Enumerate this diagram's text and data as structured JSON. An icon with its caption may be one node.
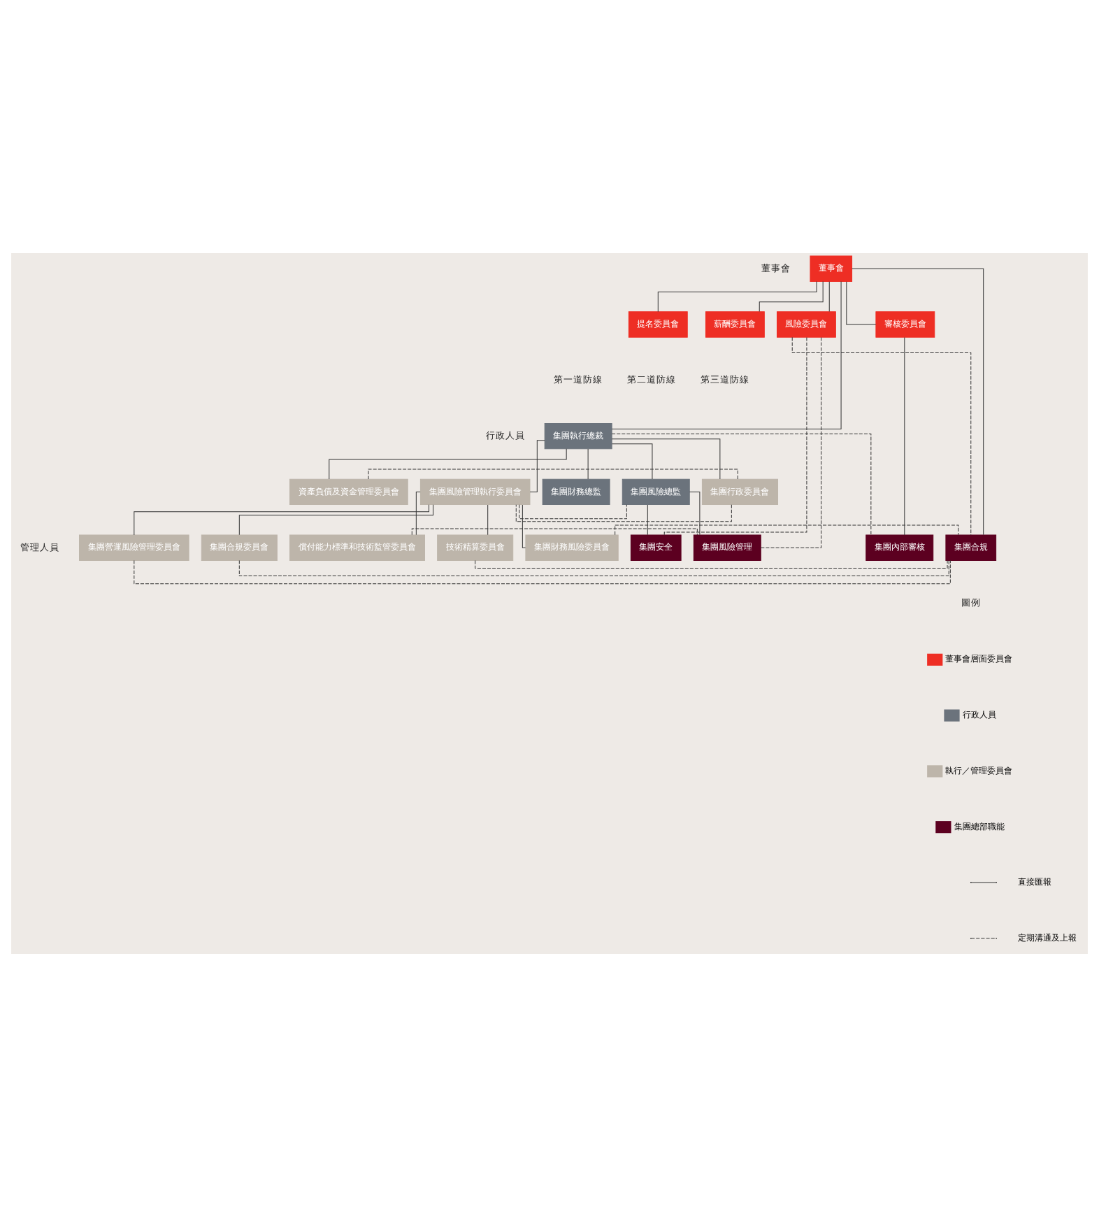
{
  "diagram": {
    "nodes": [
      {
        "text": [
          "董事會"
        ]
      },
      {
        "text": [
          "提名委員會"
        ]
      },
      {
        "text": [
          "薪酬委員會"
        ]
      },
      {
        "text": [
          "風險委員會"
        ]
      },
      {
        "text": [
          "審核委員會"
        ]
      },
      {
        "text": [
          "集團執行總裁"
        ]
      },
      {
        "text": [
          "集團行政委員會"
        ]
      },
      {
        "text": [
          "資產負債及資金管理委員會"
        ]
      },
      {
        "text": [
          "集團風險管理執行委員會"
        ]
      },
      {
        "text": [
          "集團財務總監"
        ]
      },
      {
        "text": [
          "集團風險總監"
        ]
      },
      {
        "text": [
          "技術精算委員會"
        ]
      },
      {
        "text": [
          "集團財務風險委員會"
        ]
      },
      {
        "text": [
          "集團營運風險管理委員會"
        ]
      },
      {
        "text": [
          "集團合規委員會"
        ]
      },
      {
        "text": [
          "償付能力標準和技術監管委員會"
        ]
      },
      {
        "text": [
          "集團合規"
        ]
      },
      {
        "text": [
          "集團安全"
        ]
      },
      {
        "text": [
          "集團風險管理"
        ]
      },
      {
        "text": [
          "集團內部審核"
        ]
      }
    ],
    "edges": [
      {
        "from": 0,
        "to": 1,
        "arrow": "none"
      },
      {
        "from": 0,
        "to": 2,
        "arrow": "none"
      },
      {
        "from": 0,
        "to": 3,
        "arrow": "none"
      },
      {
        "from": 0,
        "to": 4,
        "arrow": "none"
      },
      {
        "from": 0,
        "to": 5,
        "arrow": "none"
      },
      {
        "from": 0,
        "to": 16,
        "arrow": "none"
      },
      {
        "from": 4,
        "to": 19,
        "arrow": "none"
      },
      {
        "from": 5,
        "to": 6,
        "arrow": "none"
      },
      {
        "from": 5,
        "to": 7,
        "arrow": "none"
      },
      {
        "from": 5,
        "to": 9,
        "arrow": "none"
      },
      {
        "from": 5,
        "to": 8,
        "arrow": "none"
      },
      {
        "from": 5,
        "to": 10,
        "arrow": "none"
      },
      {
        "from": 8,
        "to": 11,
        "arrow": "none"
      },
      {
        "from": 8,
        "to": 12,
        "arrow": "none"
      },
      {
        "from": 8,
        "to": 13,
        "arrow": "none"
      },
      {
        "from": 8,
        "to": 14,
        "arrow": "none"
      },
      {
        "from": 8,
        "to": 15,
        "arrow": "none"
      },
      {
        "from": 10,
        "to": 18,
        "arrow": "none"
      },
      {
        "from": 10,
        "to": 17,
        "arrow": "none"
      },
      {
        "from": 6,
        "to": 7,
        "arrow": "none",
        "style": "dashed"
      },
      {
        "from": 6,
        "to": 8,
        "arrow": "none",
        "style": "dashed"
      },
      {
        "from": 8,
        "to": 10,
        "arrow": "none",
        "style": "dashed"
      },
      {
        "from": 5,
        "to": 19,
        "arrow": "none",
        "style": "dashed"
      },
      {
        "from": 3,
        "to": 18,
        "arrow": "none",
        "style": "dashed"
      },
      {
        "from": 3,
        "to": 16,
        "arrow": "none",
        "style": "dashed"
      },
      {
        "from": 3,
        "to": 17,
        "arrow": "none",
        "style": "dashed"
      },
      {
        "from": 11,
        "to": 16,
        "arrow": "none",
        "style": "dashed"
      },
      {
        "from": 12,
        "to": 16,
        "arrow": "none",
        "style": "dashed"
      },
      {
        "from": 13,
        "to": 16,
        "arrow": "none",
        "style": "dashed"
      },
      {
        "from": 14,
        "to": 16,
        "arrow": "none",
        "style": "dashed"
      },
      {
        "from": 15,
        "to": 18,
        "arrow": "none",
        "style": "dashed"
      }
    ],
    "labels": [
      "董事會",
      "第一道防線",
      "第二道防線",
      "第三道防線",
      "行政人員",
      "管理人員",
      "圖例"
    ],
    "legend": [
      {
        "text": "董事會層面委員會",
        "color": "#ee2e24"
      },
      {
        "text": "行政人員",
        "color": "#6b737c"
      },
      {
        "text": "執行／管理委員會",
        "color": "#bdb5aa"
      },
      {
        "text": "集團總部職能",
        "color": "#5c0020"
      },
      {
        "text": "直接匯報"
      },
      {
        "text": "定期溝通及上報"
      }
    ]
  }
}
